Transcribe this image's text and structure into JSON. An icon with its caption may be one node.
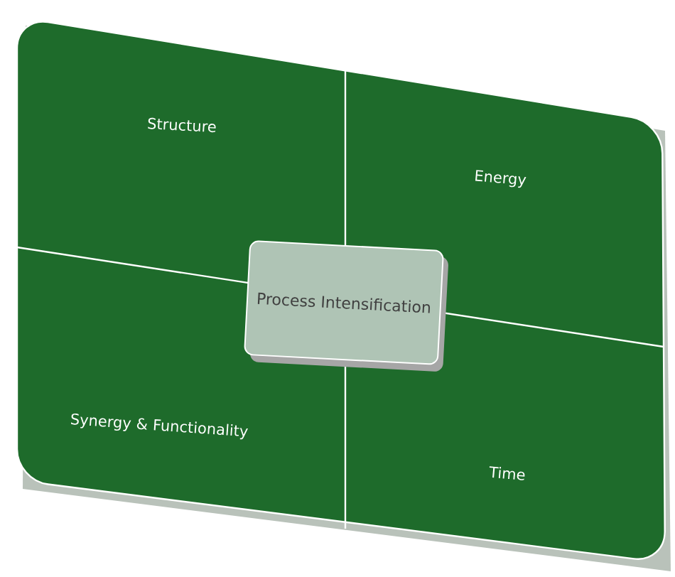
{
  "diagram": {
    "nodes": [
      {
        "text": [
          "Structure"
        ]
      },
      {
        "text": [
          "Energy"
        ]
      },
      {
        "text": [
          "Process Intensification"
        ]
      },
      {
        "text": [
          "Synergy & Functionality"
        ]
      },
      {
        "text": [
          "Time"
        ]
      }
    ]
  }
}
